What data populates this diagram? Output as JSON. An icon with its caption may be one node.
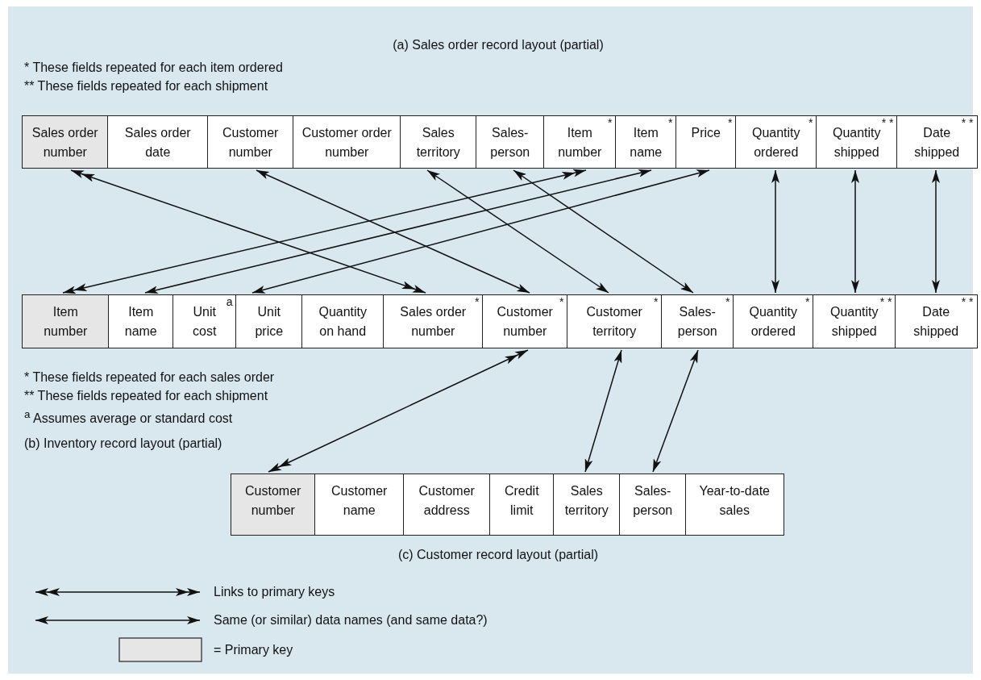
{
  "diagram": {
    "nodes": [
      {
        "text": [
          "Sales order number"
        ]
      },
      {
        "text": [
          "Sales order date"
        ]
      },
      {
        "text": [
          "Customer number"
        ]
      },
      {
        "text": [
          "Customer order number"
        ]
      },
      {
        "text": [
          "Sales territory"
        ]
      },
      {
        "text": [
          "Sales- person"
        ]
      },
      {
        "text": [
          "Item number",
          "*"
        ]
      },
      {
        "text": [
          "Item name",
          "*"
        ]
      },
      {
        "text": [
          "Price",
          "*"
        ]
      },
      {
        "text": [
          "Quantity ordered",
          "*"
        ]
      },
      {
        "text": [
          "Quantity shipped",
          "* *"
        ]
      },
      {
        "text": [
          "Date shipped",
          "* *"
        ]
      },
      {
        "text": [
          "Item number"
        ]
      },
      {
        "text": [
          "Item name"
        ]
      },
      {
        "text": [
          "Unit cost",
          "a"
        ]
      },
      {
        "text": [
          "Unit price"
        ]
      },
      {
        "text": [
          "Quantity on hand"
        ]
      },
      {
        "text": [
          "Sales order number",
          "*"
        ]
      },
      {
        "text": [
          "Customer number",
          "*"
        ]
      },
      {
        "text": [
          "Customer territory",
          "*"
        ]
      },
      {
        "text": [
          "Sales- person",
          "*"
        ]
      },
      {
        "text": [
          "Quantity ordered",
          "*"
        ]
      },
      {
        "text": [
          "Quantity shipped",
          "* *"
        ]
      },
      {
        "text": [
          "Date shipped",
          "* *"
        ]
      },
      {
        "text": [
          "Customer number"
        ]
      },
      {
        "text": [
          "Customer name"
        ]
      },
      {
        "text": [
          "Customer address"
        ]
      },
      {
        "text": [
          "Credit limit"
        ]
      },
      {
        "text": [
          "Sales territory"
        ]
      },
      {
        "text": [
          "Sales- person"
        ]
      },
      {
        "text": [
          "Year-to-date sales"
        ]
      }
    ],
    "edges": [
      {
        "from": 0,
        "to": 17,
        "arrow": "both"
      },
      {
        "from": 2,
        "to": 18,
        "arrow": "both"
      },
      {
        "from": 4,
        "to": 19,
        "arrow": "both"
      },
      {
        "from": 5,
        "to": 20,
        "arrow": "both"
      },
      {
        "from": 6,
        "to": 12,
        "arrow": "both"
      },
      {
        "from": 7,
        "to": 13,
        "arrow": "both"
      },
      {
        "from": 8,
        "to": 15,
        "arrow": "both"
      },
      {
        "from": 9,
        "to": 21,
        "arrow": "both"
      },
      {
        "from": 10,
        "to": 22,
        "arrow": "both"
      },
      {
        "from": 11,
        "to": 23,
        "arrow": "both"
      },
      {
        "from": 18,
        "to": 24,
        "arrow": "both"
      },
      {
        "from": 19,
        "to": 28,
        "arrow": "both"
      },
      {
        "from": 20,
        "to": 29,
        "arrow": "both"
      }
    ],
    "labels": [
      "(a) Sales order record layout (partial)",
      "* These fields repeated for each item ordered",
      "** These fields repeated for each shipment",
      "* These fields repeated for each sales order",
      "** These fields repeated for each shipment",
      "$^{a}$ Assumes average or standard cost",
      "(b) Inventory record layout (partial)",
      "(c) Customer record layout (partial)"
    ],
    "legend": [
      {
        "text": "Links to primary keys"
      },
      {
        "text": "Same (or similar) data names (and same data?)"
      },
      {
        "text": "= Primary key",
        "color": "#e6e6e6"
      }
    ]
  }
}
